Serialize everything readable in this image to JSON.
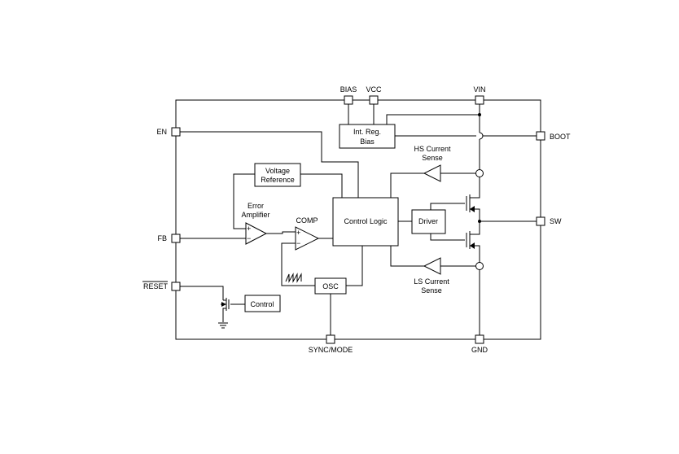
{
  "pins": {
    "bias": "BIAS",
    "vcc": "VCC",
    "vin": "VIN",
    "en": "EN",
    "boot": "BOOT",
    "fb": "FB",
    "sw": "SW",
    "reset": "RESET",
    "sync_mode": "SYNC/MODE",
    "gnd": "GND"
  },
  "blocks": {
    "int_reg_line1": "Int. Reg.",
    "int_reg_line2": "Bias",
    "voltage_ref_line1": "Voltage",
    "voltage_ref_line2": "Reference",
    "control_logic": "Control Logic",
    "driver": "Driver",
    "osc": "OSC",
    "control": "Control"
  },
  "labels": {
    "hs_sense_line1": "HS Current",
    "hs_sense_line2": "Sense",
    "ls_sense_line1": "LS Current",
    "ls_sense_line2": "Sense",
    "error_amp_line1": "Error",
    "error_amp_line2": "Amplifier",
    "comp": "COMP",
    "plus": "+",
    "minus": "−"
  }
}
